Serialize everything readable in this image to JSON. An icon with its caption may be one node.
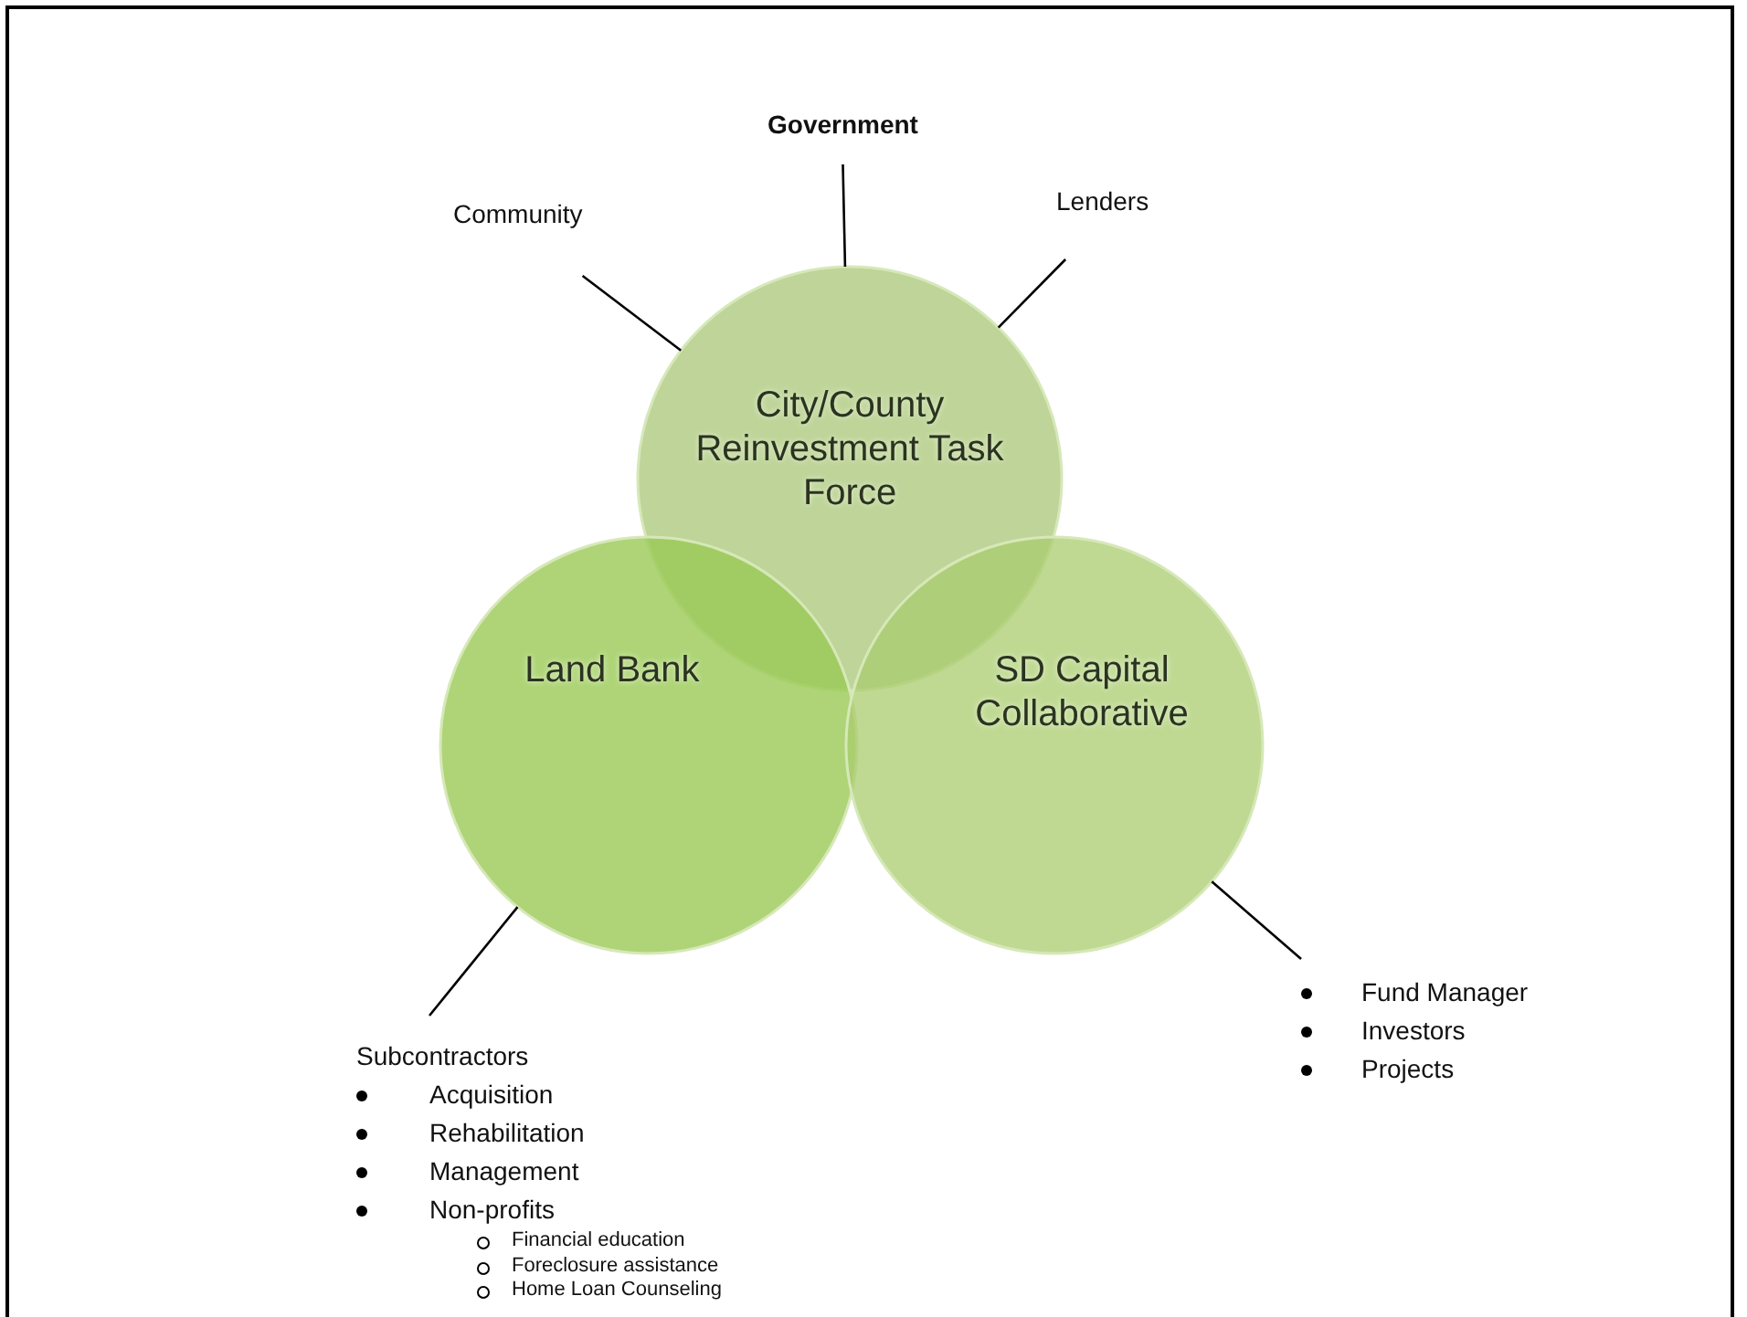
{
  "diagram": {
    "nodes": [
      {
        "text": [
          "City/County Reinvestment Task Force"
        ]
      },
      {
        "text": [
          "Land Bank"
        ]
      },
      {
        "text": [
          "SD Capital Collaborative"
        ]
      },
      {
        "text": [
          "Government"
        ]
      },
      {
        "text": [
          "Community"
        ]
      },
      {
        "text": [
          "Lenders"
        ]
      },
      {
        "text": [
          "Subcontractors",
          "Acquisition",
          "Rehabilitation",
          "Management",
          "Non-profits",
          "Financial education",
          "Foreclosure assistance",
          "Home Loan Counseling"
        ]
      },
      {
        "text": [
          "Fund Manager",
          "Investors",
          "Projects"
        ]
      }
    ],
    "edges": [
      {
        "from": 3,
        "to": 0,
        "arrow": "none"
      },
      {
        "from": 4,
        "to": 0,
        "arrow": "none"
      },
      {
        "from": 5,
        "to": 0,
        "arrow": "none"
      },
      {
        "from": 6,
        "to": 1,
        "arrow": "none"
      },
      {
        "from": 7,
        "to": 2,
        "arrow": "none"
      }
    ]
  }
}
